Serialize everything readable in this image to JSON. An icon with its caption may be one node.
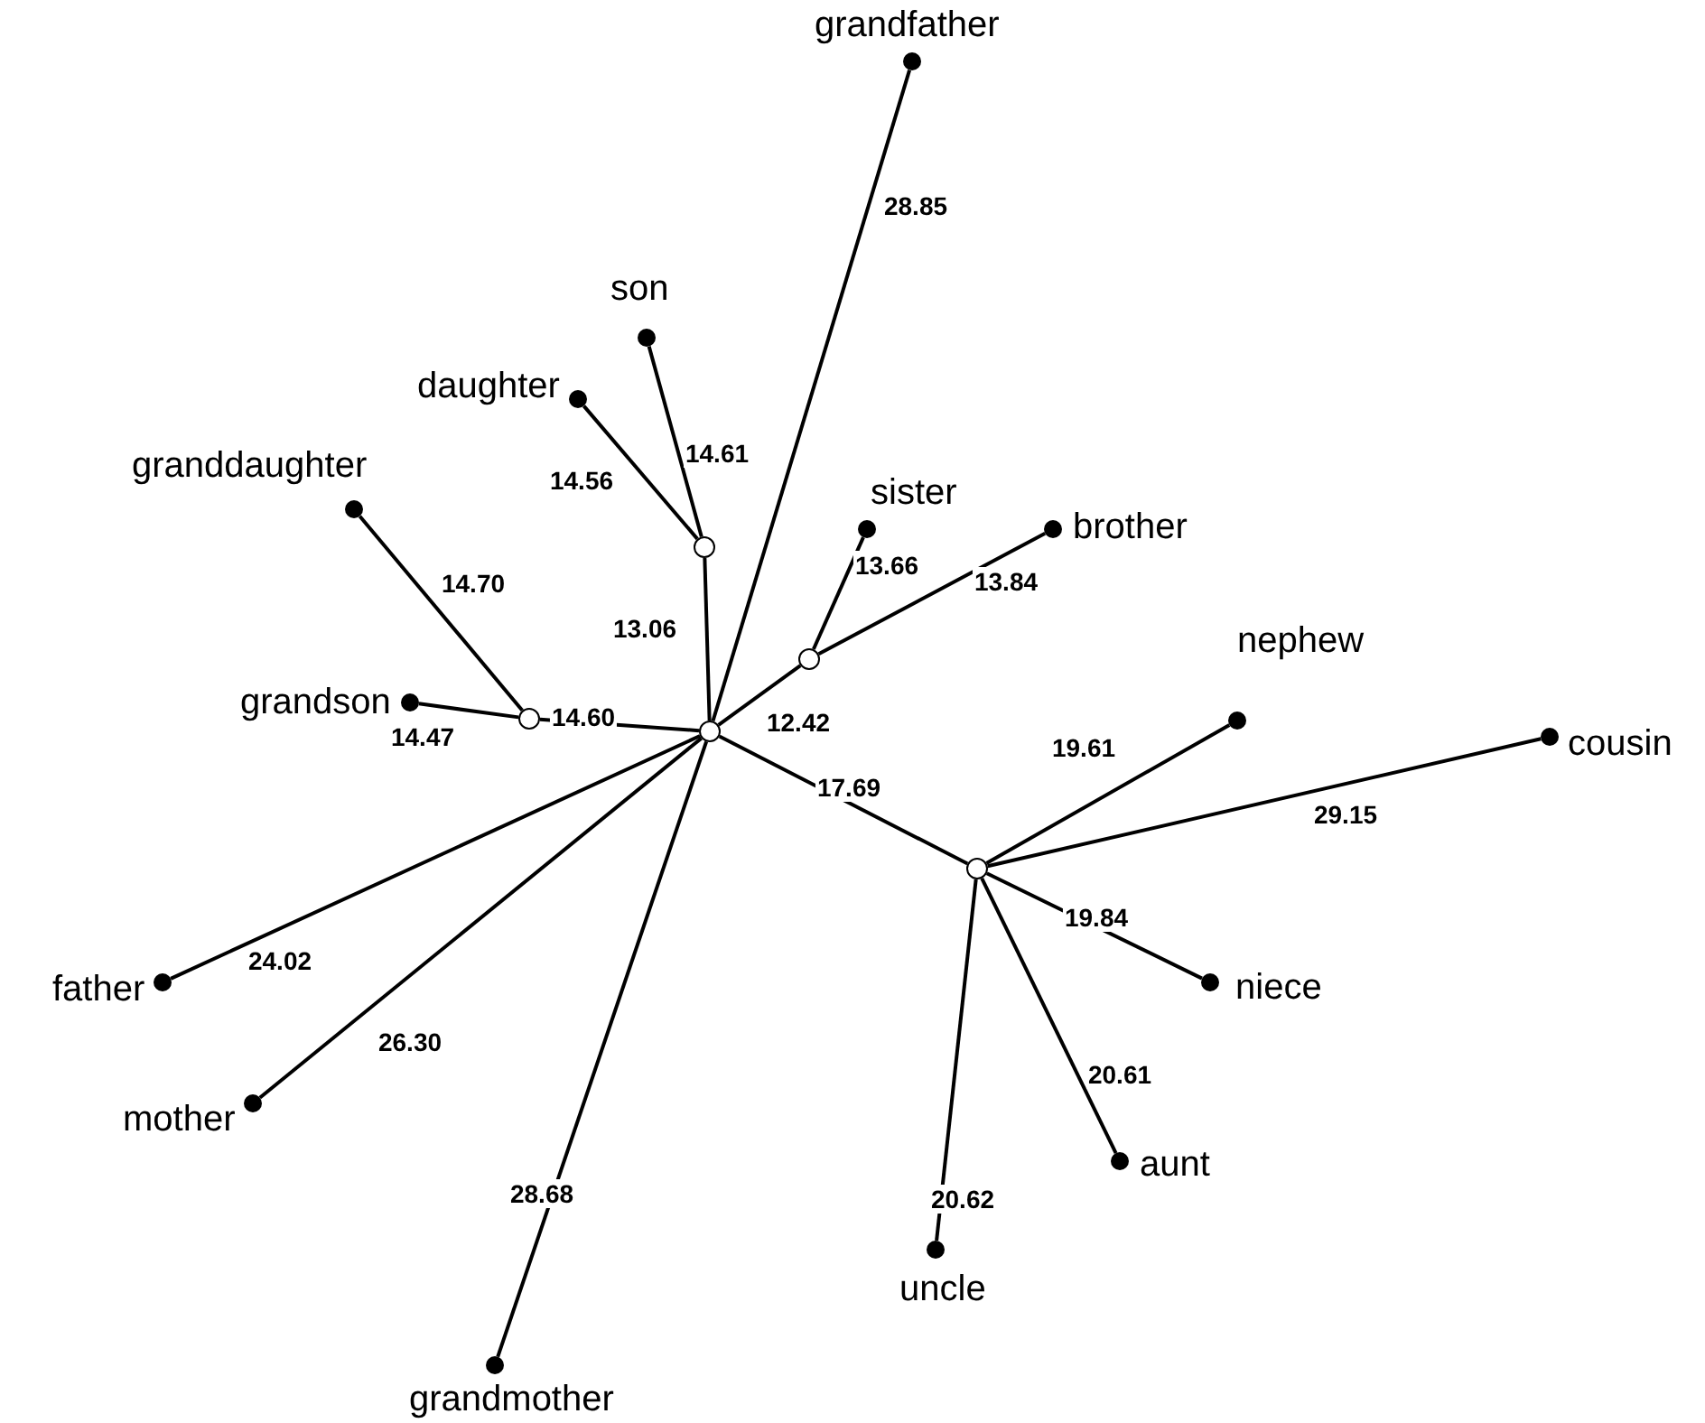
{
  "diagram": {
    "nodes": [
      {
        "text": [
          "grandfather"
        ]
      },
      {
        "text": [
          "son"
        ]
      },
      {
        "text": [
          "daughter"
        ]
      },
      {
        "text": [
          "granddaughter"
        ]
      },
      {
        "text": [
          "sister"
        ]
      },
      {
        "text": [
          "brother"
        ]
      },
      {
        "text": [],
        "shape": "circle"
      },
      {
        "text": [],
        "shape": "circle"
      },
      {
        "text": [
          "nephew"
        ]
      },
      {
        "text": [
          "cousin"
        ]
      },
      {
        "text": [
          "grandson"
        ]
      },
      {
        "text": [],
        "shape": "circle"
      },
      {
        "text": [],
        "shape": "circle"
      },
      {
        "text": [],
        "shape": "circle"
      },
      {
        "text": [
          "father"
        ]
      },
      {
        "text": [
          "niece"
        ]
      },
      {
        "text": [
          "mother"
        ]
      },
      {
        "text": [
          "aunt"
        ]
      },
      {
        "text": [
          "uncle"
        ]
      },
      {
        "text": [
          "grandmother"
        ]
      }
    ],
    "edges": [
      {
        "from": 12,
        "to": 0,
        "arrow": "none",
        "label": "28.85"
      },
      {
        "from": 12,
        "to": 6,
        "arrow": "none",
        "label": "13.06"
      },
      {
        "from": 6,
        "to": 1,
        "arrow": "none",
        "label": "14.61"
      },
      {
        "from": 6,
        "to": 2,
        "arrow": "none",
        "label": "14.56"
      },
      {
        "from": 12,
        "to": 7,
        "arrow": "none",
        "label": "12.42"
      },
      {
        "from": 7,
        "to": 4,
        "arrow": "none",
        "label": "13.66"
      },
      {
        "from": 7,
        "to": 5,
        "arrow": "none",
        "label": "13.84"
      },
      {
        "from": 12,
        "to": 11,
        "arrow": "none",
        "label": "14.60"
      },
      {
        "from": 11,
        "to": 3,
        "arrow": "none",
        "label": "14.70"
      },
      {
        "from": 11,
        "to": 10,
        "arrow": "none",
        "label": "14.47"
      },
      {
        "from": 12,
        "to": 13,
        "arrow": "none",
        "label": "17.69"
      },
      {
        "from": 13,
        "to": 8,
        "arrow": "none",
        "label": "19.61"
      },
      {
        "from": 13,
        "to": 9,
        "arrow": "none",
        "label": "29.15"
      },
      {
        "from": 13,
        "to": 15,
        "arrow": "none",
        "label": "19.84"
      },
      {
        "from": 13,
        "to": 17,
        "arrow": "none",
        "label": "20.61"
      },
      {
        "from": 13,
        "to": 18,
        "arrow": "none",
        "label": "20.62"
      },
      {
        "from": 12,
        "to": 14,
        "arrow": "none",
        "label": "24.02"
      },
      {
        "from": 12,
        "to": 16,
        "arrow": "none",
        "label": "26.30"
      },
      {
        "from": 12,
        "to": 19,
        "arrow": "none",
        "label": "28.68"
      }
    ]
  }
}
